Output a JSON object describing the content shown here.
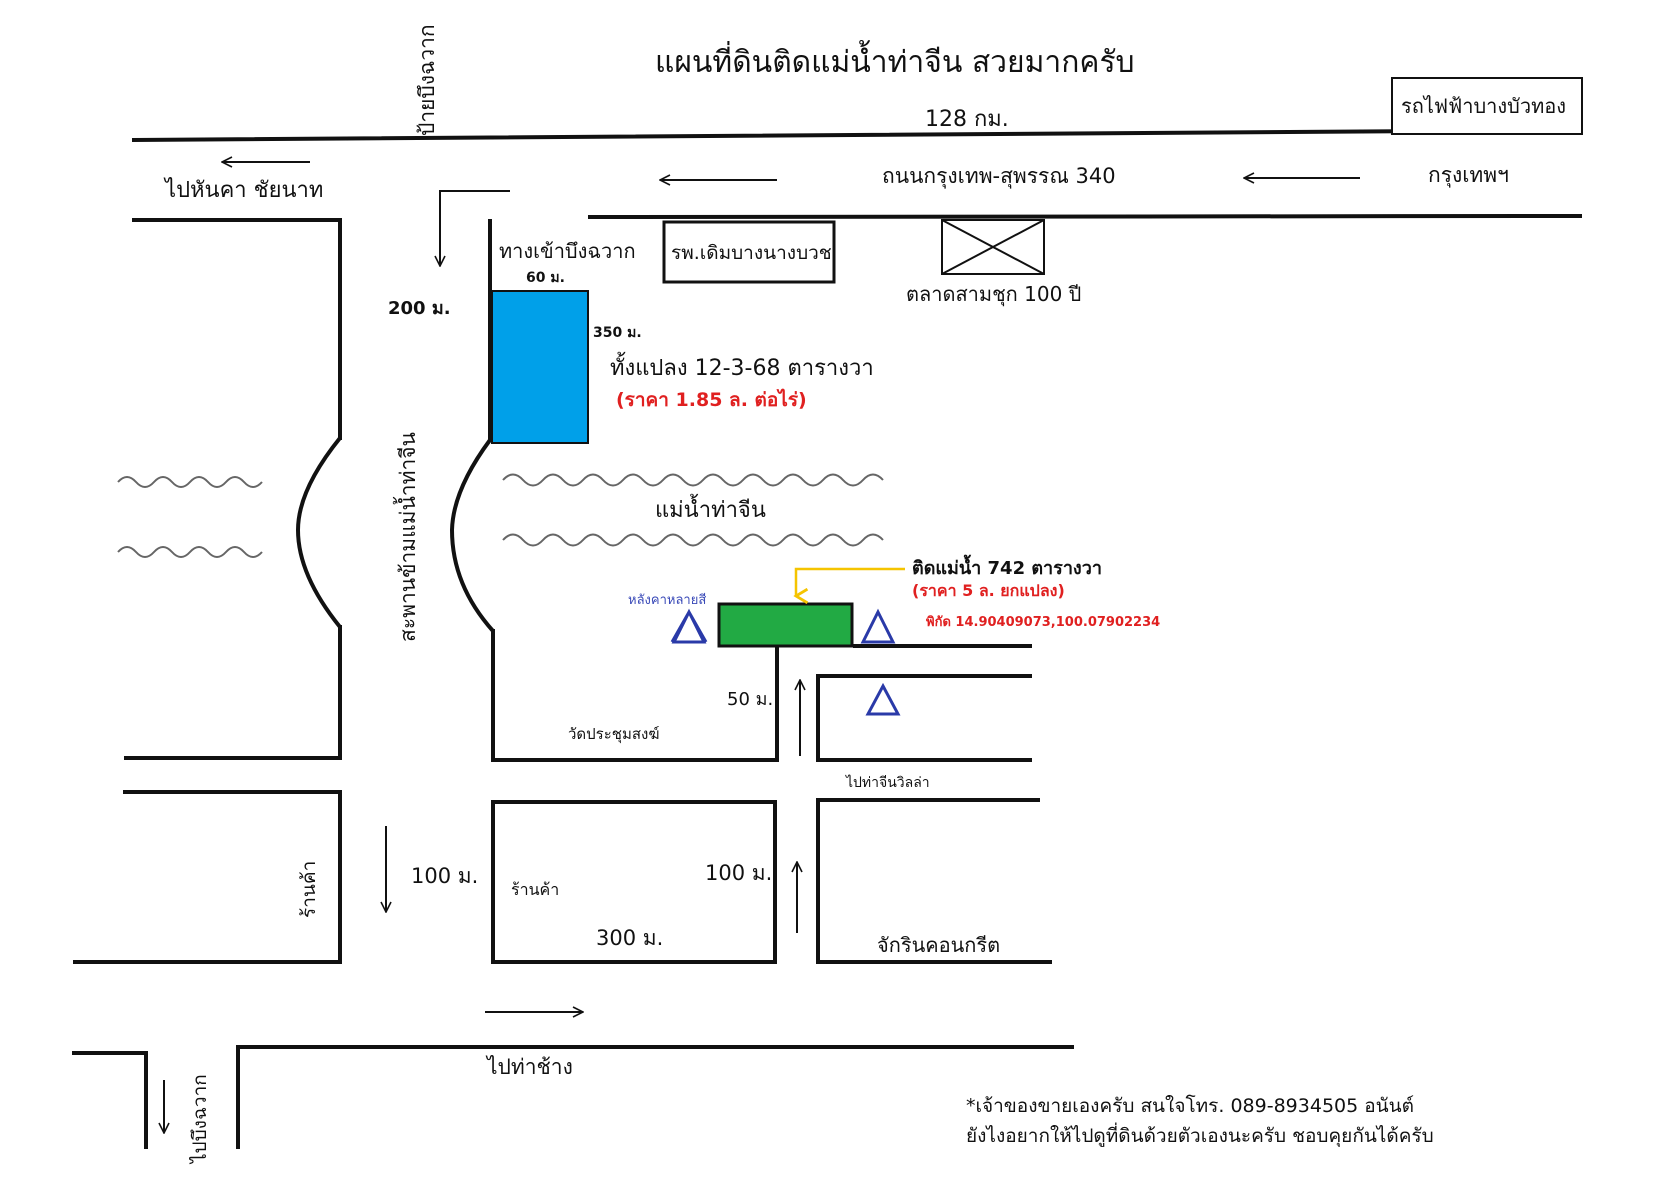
{
  "title": "แผนที่ดินติดแม่น้ำท่าจีน สวยมากครับ",
  "road_distance": "128 กม.",
  "train_station": "รถไฟฟ้าบางบัวทอง",
  "main_road": "ถนนกรุงเทพ-สุพรรณ 340",
  "to_bangkok": "กรุงเทพฯ",
  "to_hankha": "ไปหันคา ชัยนาท",
  "sign_bueng_chawak": "ป้ายบึงฉวาก",
  "entrance_bueng_chawak": "ทางเข้าบึงฉวาก",
  "hospital": "รพ.เดิมบางนางบวช",
  "market": "ตลาดสามชุก 100 ปี",
  "dist_200": "200 ม.",
  "plot1": {
    "width": "60 ม.",
    "depth": "350 ม.",
    "total": "ทั้งแปลง 12-3-68 ตารางวา",
    "price": "(ราคา 1.85 ล. ต่อไร่)",
    "color": "#00a0e9"
  },
  "river": "แม่น้ำท่าจีน",
  "bridge": "สะพานข้ามแม่น้ำท่าจีน",
  "plot2": {
    "note": "ติดแม่น้ำ 742 ตารางวา",
    "price": "(ราคา 5 ล. ยกแปลง)",
    "coords": "พิกัด 14.90409073,100.07902234",
    "color": "#22aa44"
  },
  "colorful_roofs": "หลังคาหลายสี",
  "dist_50": "50 ม.",
  "temple": "วัดประชุมสงฆ์",
  "to_thachin_villa": "ไปท่าจีนวิลล่า",
  "shop": "ร้านค้า",
  "shop_left": "ร้านค้า",
  "dist_100_left": "100 ม.",
  "dist_100_right": "100 ม.",
  "dist_300": "300 ม.",
  "concrete": "จักรินคอนกรีต",
  "to_tha_chang": "ไปท่าช้าง",
  "to_bueng_chawak": "ไปบึงฉวาก",
  "contact_line1": "*เจ้าของขายเองครับ สนใจโทร. 089-8934505 อนันต์",
  "contact_line2": "ยังไงอยากให้ไปดูที่ดินด้วยตัวเองนะครับ ชอบคุยกันได้ครับ",
  "colors": {
    "line": "#111111",
    "house": "#2a3aa8",
    "price_red": "#e02020",
    "pointer": "#f5c400",
    "roof_text": "#3a4ab8"
  }
}
